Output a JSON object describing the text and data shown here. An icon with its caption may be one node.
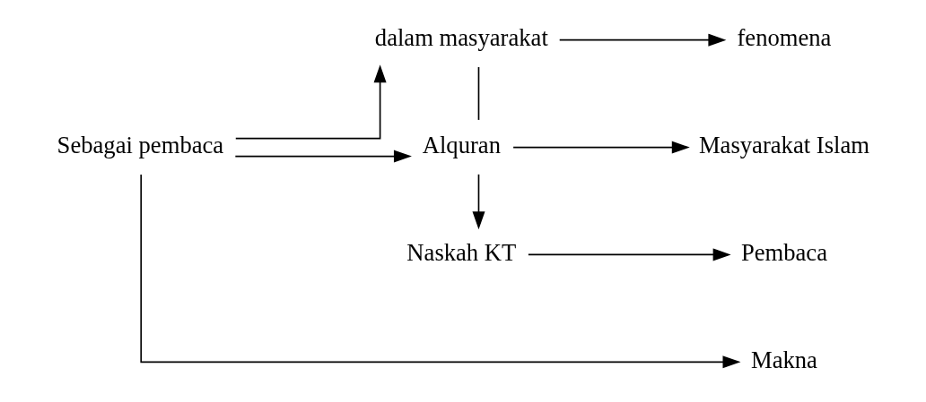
{
  "diagram": {
    "nodes": [
      {
        "text": [
          "Sebagai pembaca"
        ]
      },
      {
        "text": [
          "dalam masyarakat"
        ]
      },
      {
        "text": [
          "fenomena"
        ]
      },
      {
        "text": [
          "Alquran"
        ]
      },
      {
        "text": [
          "Masyarakat Islam"
        ]
      },
      {
        "text": [
          "Naskah KT"
        ]
      },
      {
        "text": [
          "Pembaca"
        ]
      },
      {
        "text": [
          "Makna"
        ]
      }
    ],
    "edges": [
      {
        "from": 0,
        "to": 1,
        "arrow": "to"
      },
      {
        "from": 1,
        "to": 2,
        "arrow": "to"
      },
      {
        "from": 0,
        "to": 3,
        "arrow": "to"
      },
      {
        "from": 1,
        "to": 3,
        "arrow": "none"
      },
      {
        "from": 3,
        "to": 4,
        "arrow": "to"
      },
      {
        "from": 3,
        "to": 5,
        "arrow": "to"
      },
      {
        "from": 5,
        "to": 6,
        "arrow": "to"
      },
      {
        "from": 0,
        "to": 7,
        "arrow": "to"
      }
    ]
  }
}
